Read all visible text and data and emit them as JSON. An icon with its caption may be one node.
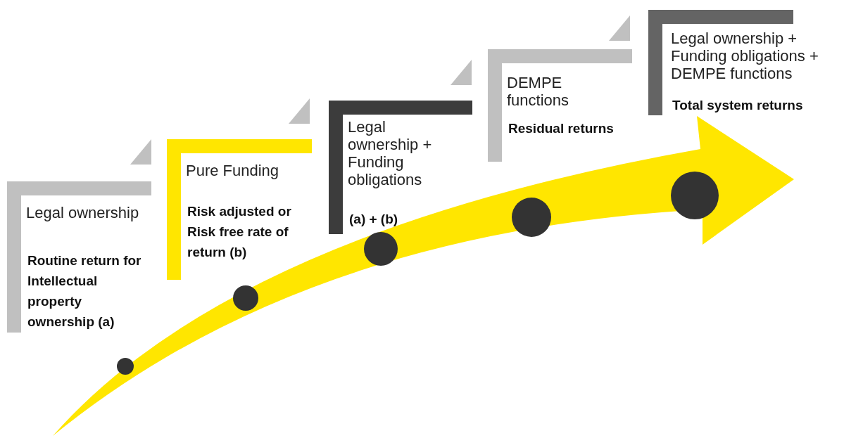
{
  "diagram": {
    "nodes": [
      {
        "text": [
          "Legal ownership",
          "Routine return for Intellectual property ownership (a)"
        ]
      },
      {
        "text": [
          "Pure Funding",
          "Risk adjusted or Risk free rate of return (b)"
        ]
      },
      {
        "text": [
          "Legal ownership + Funding obligations",
          "(a) + (b)"
        ]
      },
      {
        "text": [
          "DEMPE functions",
          "Residual returns"
        ]
      },
      {
        "text": [
          "Legal ownership + Funding obligations + DEMPE functions",
          "Total system returns"
        ]
      }
    ]
  }
}
